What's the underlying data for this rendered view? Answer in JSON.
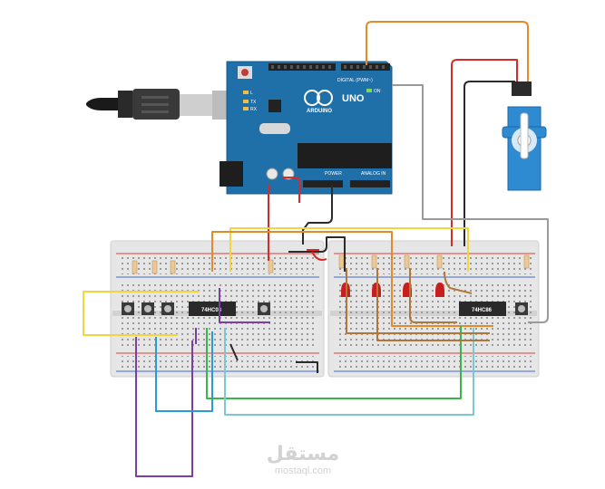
{
  "arduino": {
    "brand": "ARDUINO",
    "model": "UNO",
    "digital_header": "DIGITAL (PWM~)",
    "power_header": "POWER",
    "analog_header": "ANALOG IN",
    "led_labels": [
      "L",
      "TX",
      "RX",
      "ON"
    ]
  },
  "chips": {
    "left": "74HC08",
    "right": "74HC86"
  },
  "watermark": {
    "logo": "مستقل",
    "url": "mostaql.com"
  },
  "colors": {
    "board_blue": "#1f6fa8",
    "breadboard": "#e6e6e6",
    "wire_orange": "#e58a2b",
    "wire_red": "#d62b2b",
    "wire_black": "#2b2b2b",
    "wire_gray": "#9a9a9a",
    "wire_yellow": "#f2d63a",
    "wire_purple": "#7a3fa0",
    "wire_blue": "#2a9bd6",
    "wire_green": "#3ab54a",
    "wire_brown": "#b0773a",
    "led_red": "#c81e1e",
    "servo_blue": "#2e8ad1"
  },
  "icons": [
    "usb-cable-icon",
    "servo-motor-icon",
    "push-button-icon",
    "led-icon",
    "resistor-icon"
  ]
}
